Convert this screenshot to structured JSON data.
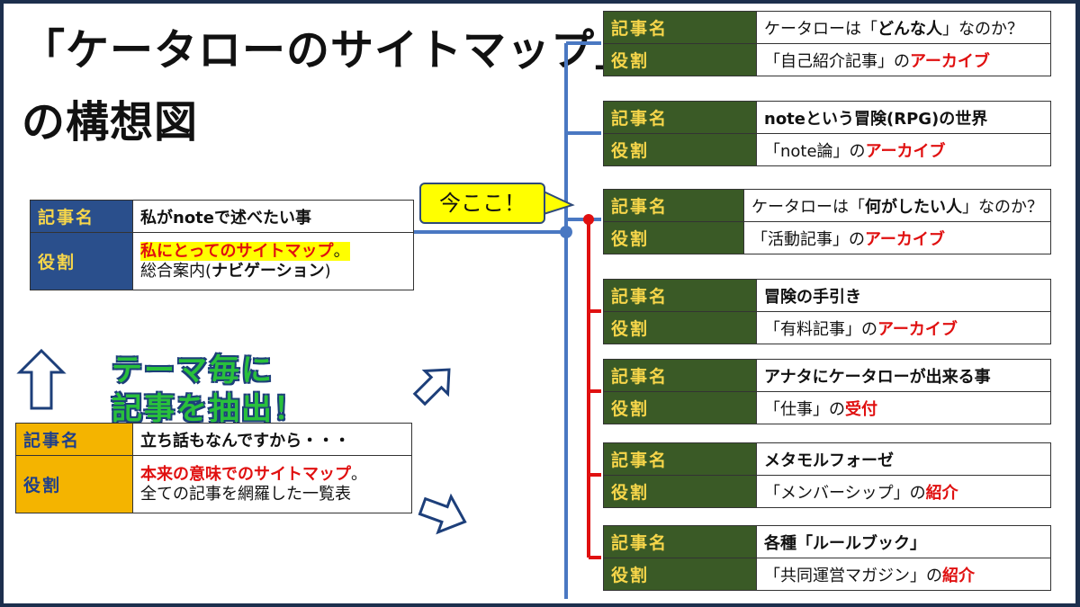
{
  "title": {
    "line1": "「ケータローのサイトマップ」",
    "line2": "の構想図"
  },
  "labels": {
    "article_name": "記事名",
    "role": "役割"
  },
  "callout": "今ここ！",
  "theme_text": {
    "line1": "テーマ毎に",
    "line2": "記事を抽出！"
  },
  "left_cards": [
    {
      "name": "私がnoteで述べたい事",
      "role_hl": "私にとってのサイトマップ",
      "role_suffix": "。",
      "role_line2_pre": "総合案内(",
      "role_line2_bold": "ナビゲーション",
      "role_line2_post": ")"
    },
    {
      "name": "立ち話もなんですから・・・",
      "role_red": "本来の意味でのサイトマップ",
      "role_suffix": "。",
      "role_line2": "全ての記事を網羅した一覧表"
    }
  ],
  "right_cards": [
    {
      "name_pre": "ケータローは「",
      "name_bold": "どんな人",
      "name_post": "」なのか？",
      "role_pre": "「自己紹介記事」の",
      "role_red": "アーカイブ"
    },
    {
      "name_bold": "noteという冒険(RPG)の世界",
      "role_pre": "「note論」の",
      "role_red": "アーカイブ"
    },
    {
      "name_pre": "ケータローは「",
      "name_bold": "何がしたい人",
      "name_post": "」なのか？",
      "role_pre": "「活動記事」の",
      "role_red": "アーカイブ"
    },
    {
      "name_bold": "冒険の手引き",
      "role_pre": "「有料記事」の",
      "role_red": "アーカイブ"
    },
    {
      "name_bold": "アナタにケータローが出来る事",
      "role_pre": "「仕事」の",
      "role_red": "受付"
    },
    {
      "name_bold": "メタモルフォーゼ",
      "role_pre": "「メンバーシップ」の",
      "role_red": "紹介"
    },
    {
      "name_bold": "各種「ルールブック」",
      "role_pre": "「共同運営マガジン」の",
      "role_red": "紹介"
    }
  ],
  "colors": {
    "label_green": "#3a5a26",
    "label_blue": "#2a4f8c",
    "label_yellow_bg": "#f4b400",
    "label_text": "#f7d64a",
    "accent_red": "#e01010",
    "line_blue": "#4a78c2",
    "theme_green": "#29c03c"
  },
  "icons": [
    "arrow-up-outline-icon",
    "arrow-up-right-outline-icon",
    "arrow-down-right-outline-icon"
  ]
}
